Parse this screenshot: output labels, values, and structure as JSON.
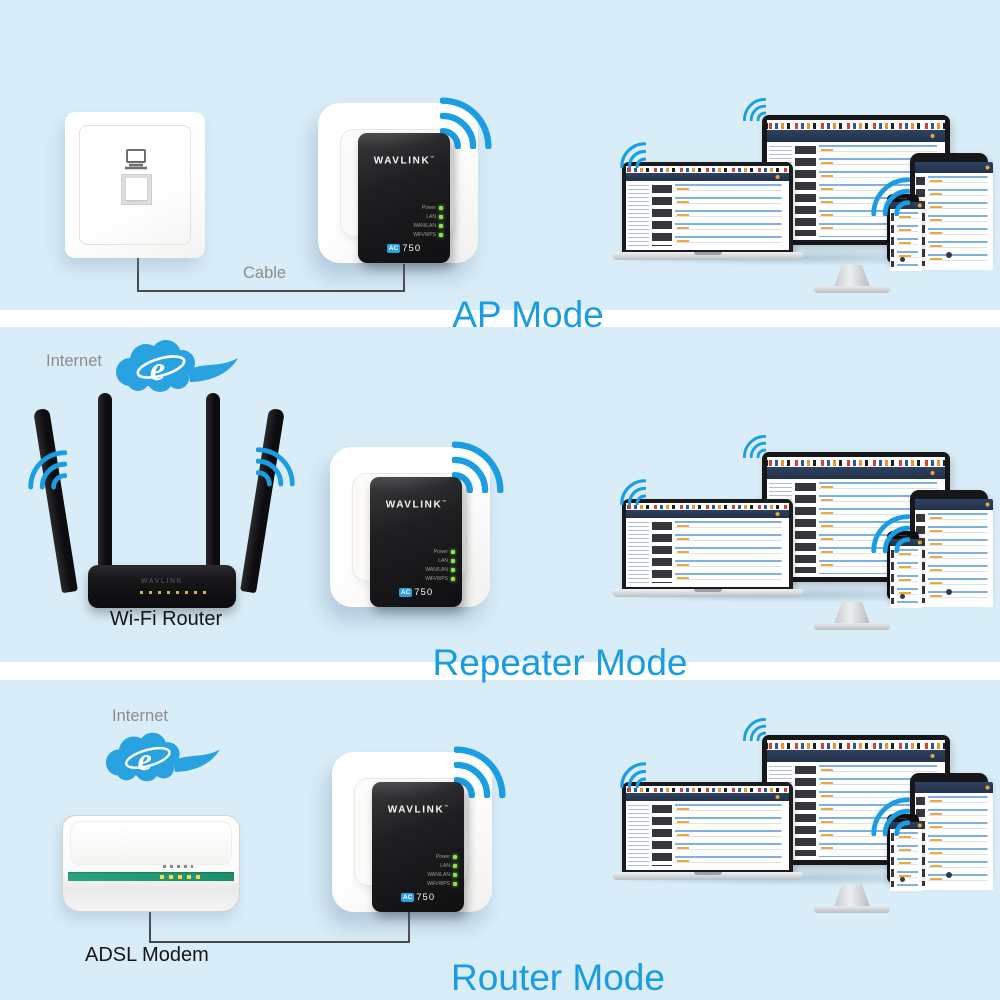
{
  "page": {
    "background_color": "#d9edf8",
    "accent_blue": "#199ce2"
  },
  "sections": [
    {
      "title": "AP Mode"
    },
    {
      "title": "Repeater Mode"
    },
    {
      "title": "Router Mode"
    }
  ],
  "labels": {
    "cable": "Cable",
    "internet": "Internet",
    "wifi_router": "Wi-Fi Router",
    "adsl_modem": "ADSL Modem"
  },
  "extender": {
    "brand": "WAVLINK",
    "trademark": "™",
    "model_prefix": "AC",
    "model_number": "750",
    "leds": [
      "Power",
      "LAN",
      "WAN/LAN",
      "WiFi/WPS"
    ]
  },
  "router_device": {
    "brand": "WAVLINK"
  },
  "colors": {
    "wifi_blue": "#1b9de4",
    "panel_blue": "#d9edf8",
    "led_green": "#8ce14f",
    "modem_stripe_green": "#21a27d",
    "cable_gray": "#4a4a4a"
  }
}
